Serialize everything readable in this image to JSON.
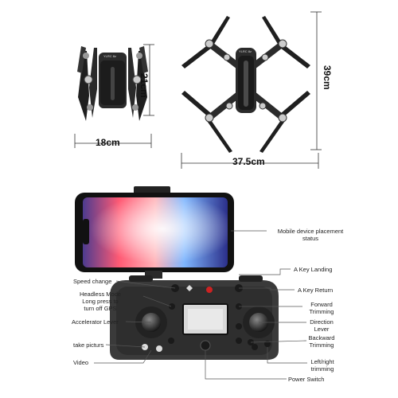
{
  "dimensions": {
    "folded_width": "18cm",
    "folded_height": "21cm",
    "unfolded_width": "37.5cm",
    "unfolded_height": "39cm"
  },
  "brand_mark": "YLRC 8z",
  "callouts": {
    "mobile_placement": "Mobile device placement\nstatus",
    "a_key_landing": "A Key Landing",
    "speed_change": "Speed change",
    "a_key_return": "A Key Return",
    "headless_mode": "Headless Mode\nLong press to\nturn off GPS",
    "forward_trimming": "Forward\nTrimming",
    "accelerator_lever": "Accelerator Lever",
    "direction_lever": "Direction\nLever",
    "backward_trimming": "Backward\nTrimming",
    "take_pictures": "take picturs",
    "video": "Video",
    "left_right_trimming": "Left/right\ntrimming",
    "power_switch": "Power Switch"
  },
  "colors": {
    "drone_body": "#2b2b2b",
    "controller_body": "#3a3a3a",
    "leader_line": "#555555"
  }
}
